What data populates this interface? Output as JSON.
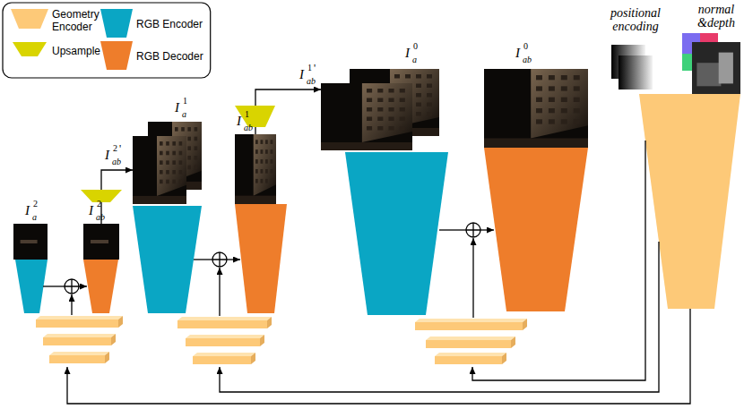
{
  "diagram": {
    "nodes": [
      {
        "text": [
          "I",
          "a",
          "2"
        ]
      },
      {
        "text": [
          "I",
          "ab",
          "2"
        ]
      },
      {
        "text": [
          "I",
          "a",
          "1"
        ]
      },
      {
        "text": [
          "I",
          "ab",
          "1"
        ]
      },
      {
        "text": [
          "I",
          "a",
          "0"
        ]
      },
      {
        "text": [
          "I",
          "ab",
          "0"
        ]
      },
      {
        "text": [
          "positional encoding"
        ]
      },
      {
        "text": [
          "normal &depth"
        ]
      }
    ],
    "edges": [
      {
        "from": 1,
        "to": 2,
        "arrow": "to"
      },
      {
        "from": 3,
        "to": 4,
        "arrow": "to"
      }
    ],
    "labels": [
      "I",
      "ab",
      "2",
      "'",
      "I",
      "ab",
      "1",
      "'"
    ],
    "legend": [
      {
        "text": "Geometry Encoder",
        "color": "#FDC978"
      },
      {
        "text": "RGB Encoder",
        "color": "#0AA6C4"
      },
      {
        "text": "Upsample",
        "color": "#D9D400"
      },
      {
        "text": "RGB Decoder",
        "color": "#EE7D2B"
      }
    ]
  }
}
